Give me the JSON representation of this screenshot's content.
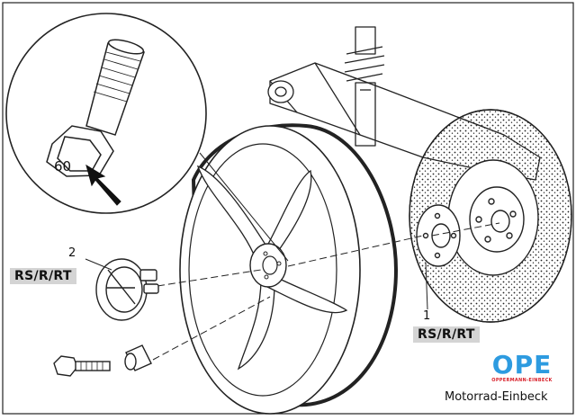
{
  "labels": {
    "torque": "60",
    "callout_1": "1",
    "callout_2": "2",
    "tag_left": "RS/R/RT",
    "tag_right": "RS/R/RT"
  },
  "branding": {
    "logo_text": "OPE",
    "logo_sub": "OPPERMANN-EINBECK",
    "location": "Motorrad-Einbeck",
    "brand_color": "#2d9be0"
  }
}
